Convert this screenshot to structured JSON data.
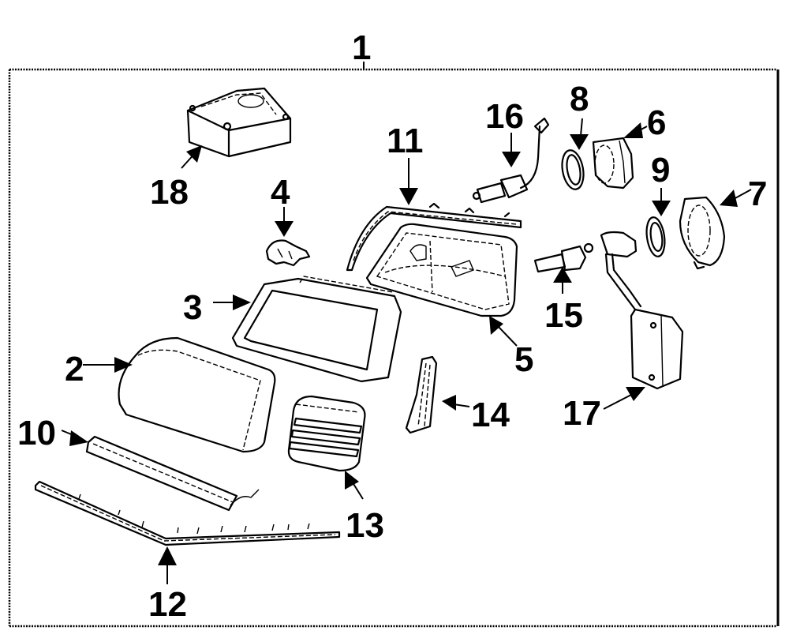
{
  "diagram": {
    "title": "Headlamp assembly exploded parts diagram",
    "assembly_callout": "1",
    "parts": [
      {
        "callout": "1",
        "part": "headlamp-assembly"
      },
      {
        "callout": "2",
        "part": "lens"
      },
      {
        "callout": "3",
        "part": "lens-frame"
      },
      {
        "callout": "4",
        "part": "retaining-clip"
      },
      {
        "callout": "5",
        "part": "headlamp-housing"
      },
      {
        "callout": "6",
        "part": "bulb-socket-cover"
      },
      {
        "callout": "7",
        "part": "socket-cover"
      },
      {
        "callout": "8",
        "part": "seal-ring"
      },
      {
        "callout": "9",
        "part": "seal-ring"
      },
      {
        "callout": "10",
        "part": "lower-molding"
      },
      {
        "callout": "11",
        "part": "upper-trim-seal"
      },
      {
        "callout": "12",
        "part": "lower-seal-strip"
      },
      {
        "callout": "13",
        "part": "grille-insert"
      },
      {
        "callout": "14",
        "part": "side-marker-trim"
      },
      {
        "callout": "15",
        "part": "bulb"
      },
      {
        "callout": "16",
        "part": "bulb-with-harness"
      },
      {
        "callout": "17",
        "part": "ballast-harness"
      },
      {
        "callout": "18",
        "part": "control-module"
      }
    ]
  }
}
